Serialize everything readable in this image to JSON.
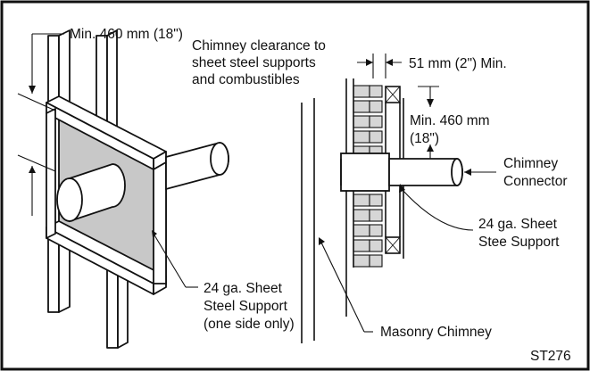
{
  "labels": {
    "min_460_top": "Min. 460 mm (18\")",
    "clearance_line1": "Chimney clearance to",
    "clearance_line2": "sheet steel supports",
    "clearance_line3": "and combustibles",
    "dim_51": "51 mm (2\") Min.",
    "min_460_right_line1": "Min. 460 mm",
    "min_460_right_line2": "(18\")",
    "chimney_connector_line1": "Chimney",
    "chimney_connector_line2": "Connector",
    "sheet_support_right_line1": "24 ga. Sheet",
    "sheet_support_right_line2": "Stee Support",
    "sheet_support_left_line1": "24 ga. Sheet",
    "sheet_support_left_line2": "Steel Support",
    "sheet_support_left_line3": "(one side only)",
    "masonry_chimney": "Masonry Chimney",
    "figure_code": "ST276"
  },
  "colors": {
    "line": "#111111",
    "sheet_steel_fill": "#c8c8c8",
    "brick_fill": "#d6d6d6",
    "background": "#ffffff"
  }
}
